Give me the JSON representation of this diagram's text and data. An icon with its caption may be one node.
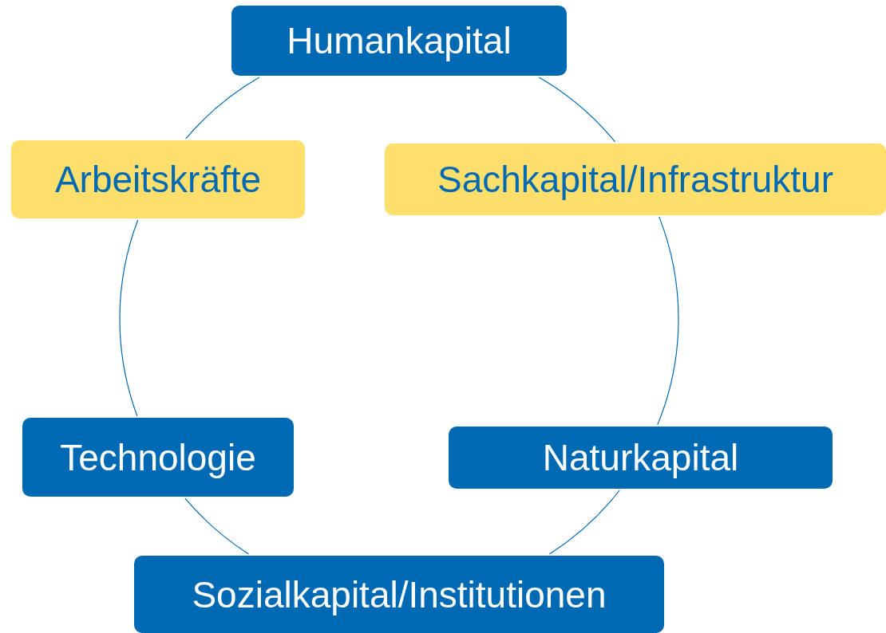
{
  "diagram": {
    "nodes": [
      {
        "text": [
          "Humankapital"
        ]
      },
      {
        "text": [
          "Arbeitskräfte"
        ]
      },
      {
        "text": [
          "Sachkapital/Infrastruktur"
        ]
      },
      {
        "text": [
          "Technologie"
        ]
      },
      {
        "text": [
          "Naturkapital"
        ]
      },
      {
        "text": [
          "Sozialkapital/Institutionen"
        ]
      }
    ],
    "edges": [
      {
        "from": 0,
        "to": 2,
        "arrow": "none"
      },
      {
        "from": 2,
        "to": 4,
        "arrow": "none"
      },
      {
        "from": 4,
        "to": 5,
        "arrow": "none"
      },
      {
        "from": 5,
        "to": 3,
        "arrow": "none"
      },
      {
        "from": 3,
        "to": 1,
        "arrow": "none"
      },
      {
        "from": 1,
        "to": 0,
        "arrow": "none"
      }
    ]
  }
}
